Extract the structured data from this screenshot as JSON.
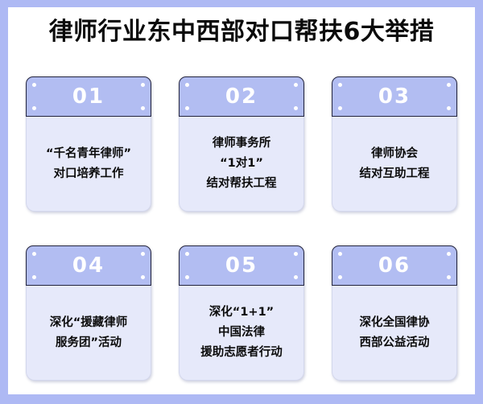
{
  "colors": {
    "frame": "#aeb9f4",
    "canvas": "#ffffff",
    "card_header": "#b2bdf2",
    "card_header_outline": "#23243c",
    "card_body": "#e6e9fa",
    "number_text": "#ffffff",
    "title_text": "#0b0b0b",
    "punch_dot": "#ffffff"
  },
  "header": {
    "title": "律师行业东中西部对口帮扶6大举措"
  },
  "cards": [
    {
      "number": "01",
      "lines": [
        "“千名青年律师”",
        "对口培养工作"
      ]
    },
    {
      "number": "02",
      "lines": [
        "律师事务所",
        "“1对1”",
        "结对帮扶工程"
      ]
    },
    {
      "number": "03",
      "lines": [
        "律师协会",
        "结对互助工程"
      ]
    },
    {
      "number": "04",
      "lines": [
        "深化“援藏律师",
        "服务团”活动"
      ]
    },
    {
      "number": "05",
      "lines": [
        "深化“1+1”",
        "中国法律",
        "援助志愿者行动"
      ]
    },
    {
      "number": "06",
      "lines": [
        "深化全国律协",
        "西部公益活动"
      ]
    }
  ]
}
